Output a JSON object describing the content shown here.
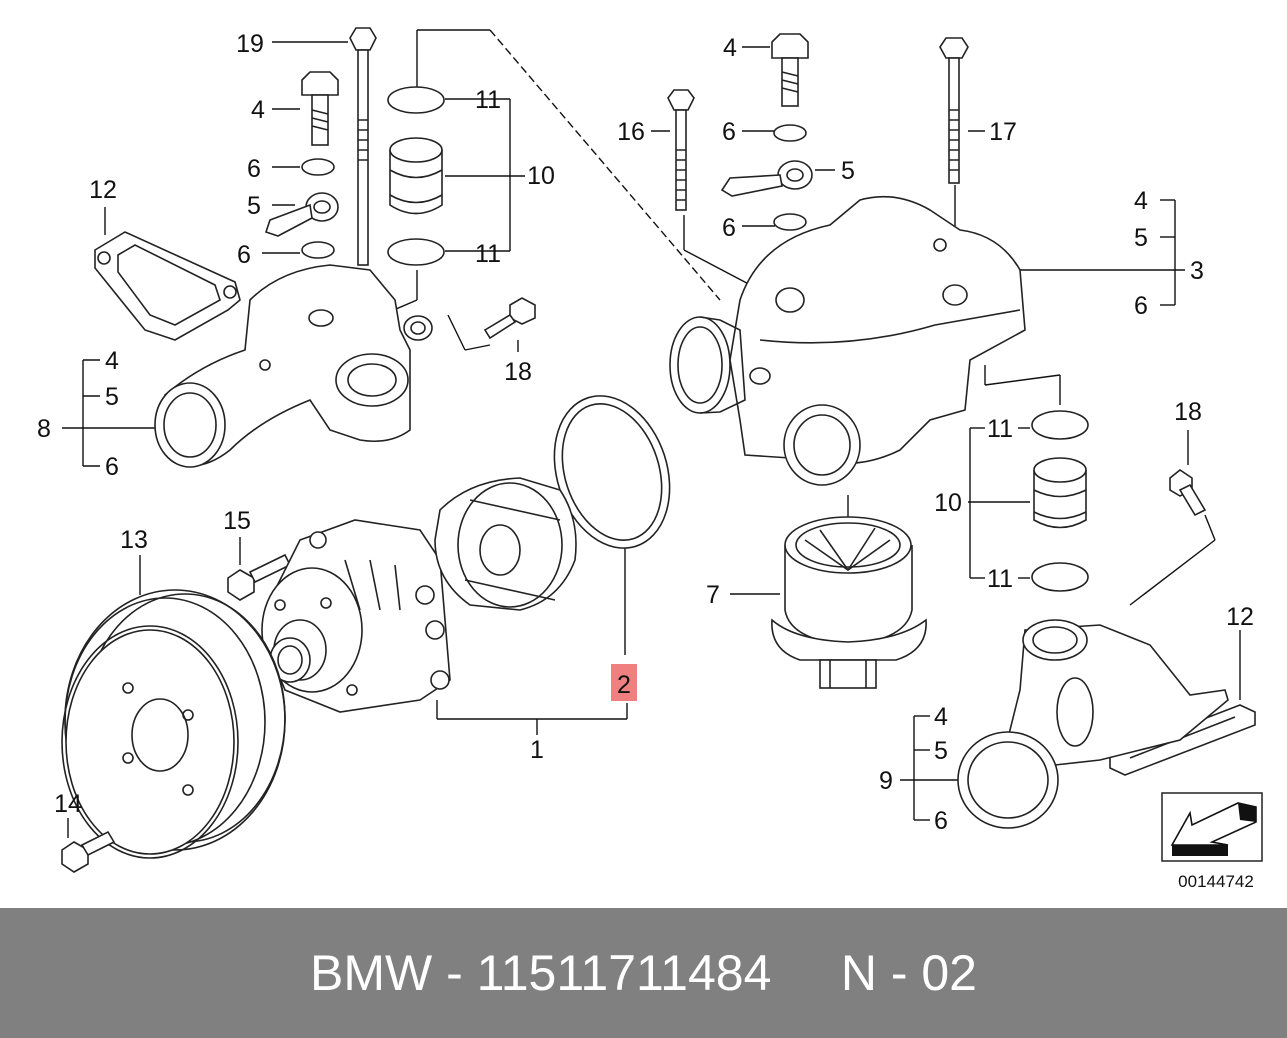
{
  "callouts": {
    "c19": "19",
    "c4a": "4",
    "c6a": "6",
    "c5a": "5",
    "c6b": "6",
    "c11a": "11",
    "c10a": "10",
    "c11b": "11",
    "c12a": "12",
    "c18a": "18",
    "c8": "8",
    "c4b": "4",
    "c5b": "5",
    "c6c": "6",
    "c16": "16",
    "c4c": "4",
    "c6d": "6",
    "c5c": "5",
    "c6e": "6",
    "c17": "17",
    "c4d": "4",
    "c5d": "5",
    "c3": "3",
    "c6f": "6",
    "c11c": "11",
    "c10b": "10",
    "c11d": "11",
    "c18b": "18",
    "c7": "7",
    "c12b": "12",
    "c4e": "4",
    "c5e": "5",
    "c9": "9",
    "c6g": "6",
    "c15": "15",
    "c13": "13",
    "c1": "1",
    "c2": "2",
    "c14": "14"
  },
  "highlight_color": "#f08080",
  "diagram_id": "00144742",
  "footer": {
    "text": "BMW - 11511711484     N - 02"
  }
}
